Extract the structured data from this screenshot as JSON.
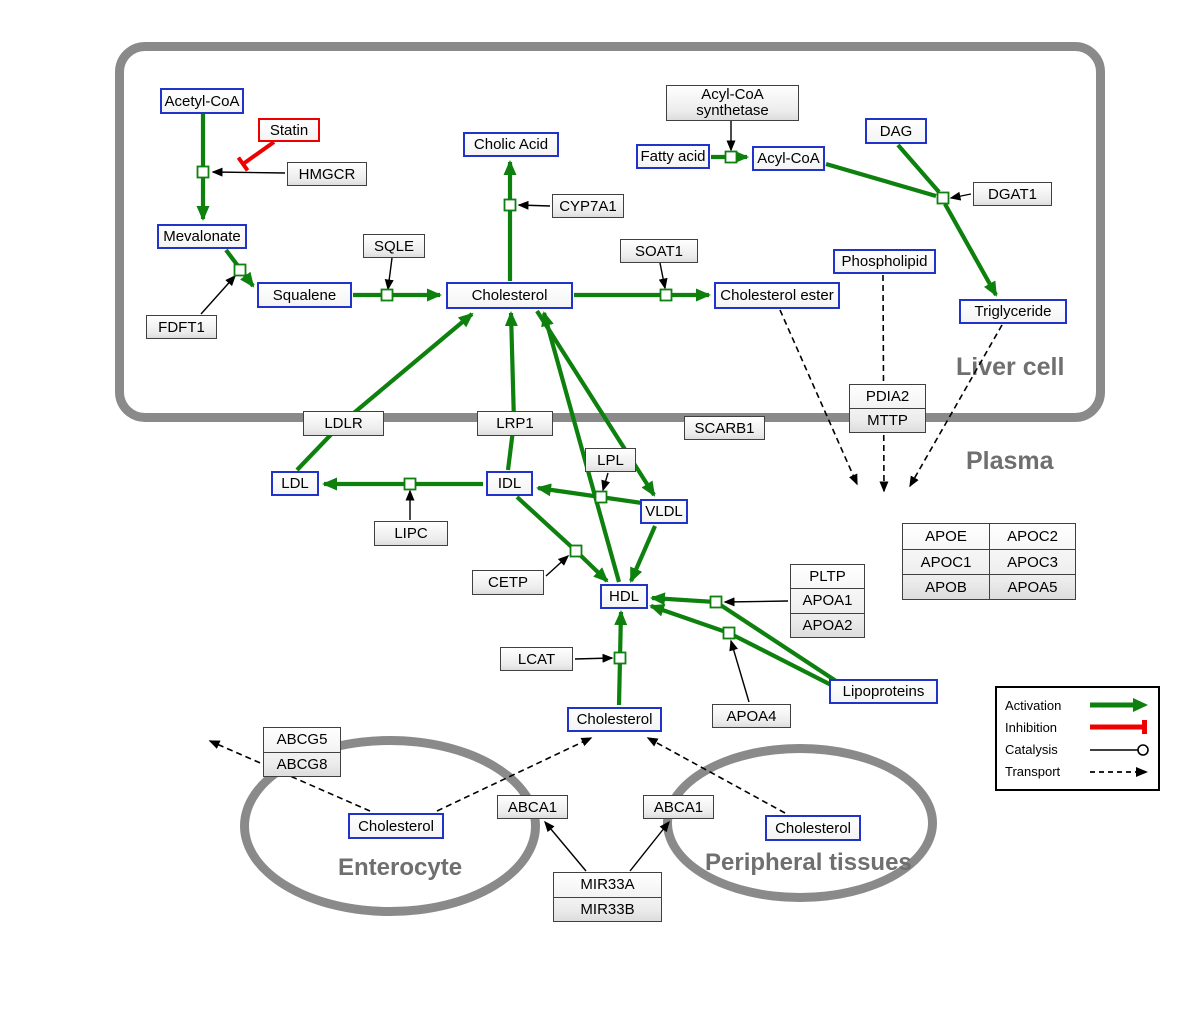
{
  "colors": {
    "activation_green": "#0d800d",
    "inhibition_red": "#ee0000",
    "metabolite_border_blue": "#2233cc",
    "compartment_gray": "#8a8a8a",
    "label_gray": "#6f6f6f"
  },
  "compartments": {
    "liver": {
      "label": "Liver cell"
    },
    "plasma": {
      "label": "Plasma"
    },
    "enterocyte": {
      "label": "Enterocyte"
    },
    "peripheral": {
      "label": "Peripheral tissues"
    }
  },
  "nodes": {
    "acetyl_coa": {
      "label": "Acetyl-CoA",
      "type": "metabolite"
    },
    "statin": {
      "label": "Statin",
      "type": "inhibitor"
    },
    "hmgcr": {
      "label": "HMGCR",
      "type": "gene"
    },
    "mevalonate": {
      "label": "Mevalonate",
      "type": "metabolite"
    },
    "fdft1": {
      "label": "FDFT1",
      "type": "gene"
    },
    "squalene": {
      "label": "Squalene",
      "type": "metabolite"
    },
    "sqle": {
      "label": "SQLE",
      "type": "gene"
    },
    "cholic_acid": {
      "label": "Cholic Acid",
      "type": "metabolite"
    },
    "cyp7a1": {
      "label": "CYP7A1",
      "type": "gene"
    },
    "cholesterol_liver": {
      "label": "Cholesterol",
      "type": "metabolite"
    },
    "soat1": {
      "label": "SOAT1",
      "type": "gene"
    },
    "cholesterol_ester": {
      "label": "Cholesterol ester",
      "type": "metabolite"
    },
    "acyl_coa_synthetase": {
      "line1": "Acyl-CoA",
      "line2": "synthetase",
      "type": "gene"
    },
    "fatty_acid": {
      "label": "Fatty acid",
      "type": "metabolite"
    },
    "acyl_coa": {
      "label": "Acyl-CoA",
      "type": "metabolite"
    },
    "dag": {
      "label": "DAG",
      "type": "metabolite"
    },
    "dgat1": {
      "label": "DGAT1",
      "type": "gene"
    },
    "phospholipid": {
      "label": "Phospholipid",
      "type": "metabolite"
    },
    "triglyceride": {
      "label": "Triglyceride",
      "type": "metabolite"
    },
    "ldlr": {
      "label": "LDLR",
      "type": "gene"
    },
    "lrp1": {
      "label": "LRP1",
      "type": "gene"
    },
    "scarb1": {
      "label": "SCARB1",
      "type": "gene"
    },
    "pdia2": {
      "label": "PDIA2",
      "type": "gene"
    },
    "mttp": {
      "label": "MTTP",
      "type": "gene"
    },
    "ldl": {
      "label": "LDL",
      "type": "metabolite"
    },
    "idl": {
      "label": "IDL",
      "type": "metabolite"
    },
    "lipc": {
      "label": "LIPC",
      "type": "gene"
    },
    "lpl": {
      "label": "LPL",
      "type": "gene"
    },
    "vldl": {
      "label": "VLDL",
      "type": "metabolite"
    },
    "cetp": {
      "label": "CETP",
      "type": "gene"
    },
    "hdl": {
      "label": "HDL",
      "type": "metabolite"
    },
    "lcat": {
      "label": "LCAT",
      "type": "gene"
    },
    "apoa4": {
      "label": "APOA4",
      "type": "gene"
    },
    "lipoproteins": {
      "label": "Lipoproteins",
      "type": "metabolite"
    },
    "cholesterol_plasma": {
      "label": "Cholesterol",
      "type": "metabolite"
    },
    "pltp": {
      "label": "PLTP",
      "type": "gene"
    },
    "apoa1": {
      "label": "APOA1",
      "type": "gene"
    },
    "apoa2": {
      "label": "APOA2",
      "type": "gene"
    },
    "apo_table": {
      "cells": [
        "APOE",
        "APOC2",
        "APOC1",
        "APOC3",
        "APOB",
        "APOA5"
      ]
    },
    "abcg5": {
      "label": "ABCG5",
      "type": "gene"
    },
    "abcg8": {
      "label": "ABCG8",
      "type": "gene"
    },
    "cholesterol_enterocyte": {
      "label": "Cholesterol",
      "type": "metabolite"
    },
    "abca1_enterocyte": {
      "label": "ABCA1",
      "type": "gene"
    },
    "abca1_peripheral": {
      "label": "ABCA1",
      "type": "gene"
    },
    "cholesterol_peripheral": {
      "label": "Cholesterol",
      "type": "metabolite"
    },
    "mir33a": {
      "label": "MIR33A",
      "type": "gene"
    },
    "mir33b": {
      "label": "MIR33B",
      "type": "gene"
    }
  },
  "legend": {
    "activation": "Activation",
    "inhibition": "Inhibition",
    "catalysis": "Catalysis",
    "transport": "Transport"
  }
}
